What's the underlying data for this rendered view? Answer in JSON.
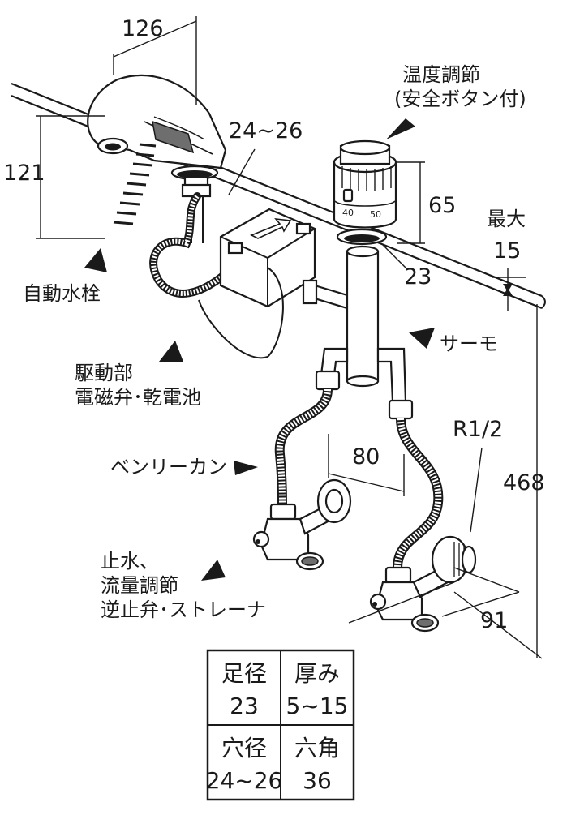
{
  "dimensions": {
    "d126": "126",
    "d121": "121",
    "d24_26": "24~26",
    "d65": "65",
    "d23": "23",
    "max_label": "最大",
    "d15": "15",
    "d80": "80",
    "r12": "R1/2",
    "d468": "468",
    "d91": "91"
  },
  "labels": {
    "temp_line1": "温度調節",
    "temp_line2": "(安全ボタン付)",
    "auto_faucet": "自動水栓",
    "drive_line1": "駆動部",
    "drive_line2": "電磁弁･乾電池",
    "thermo": "サーモ",
    "bellows": "ベンリーカン",
    "stop_line1": "止水、",
    "stop_line2": "流量調節",
    "stop_line3": "逆止弁･ストレーナ",
    "dial_40": "40",
    "dial_50": "50"
  },
  "table": {
    "rows": [
      [
        {
          "head": "足径",
          "value": "23"
        },
        {
          "head": "厚み",
          "value": "5~15"
        }
      ],
      [
        {
          "head": "穴径",
          "value": "24~26"
        },
        {
          "head": "六角",
          "value": "36"
        }
      ]
    ]
  }
}
